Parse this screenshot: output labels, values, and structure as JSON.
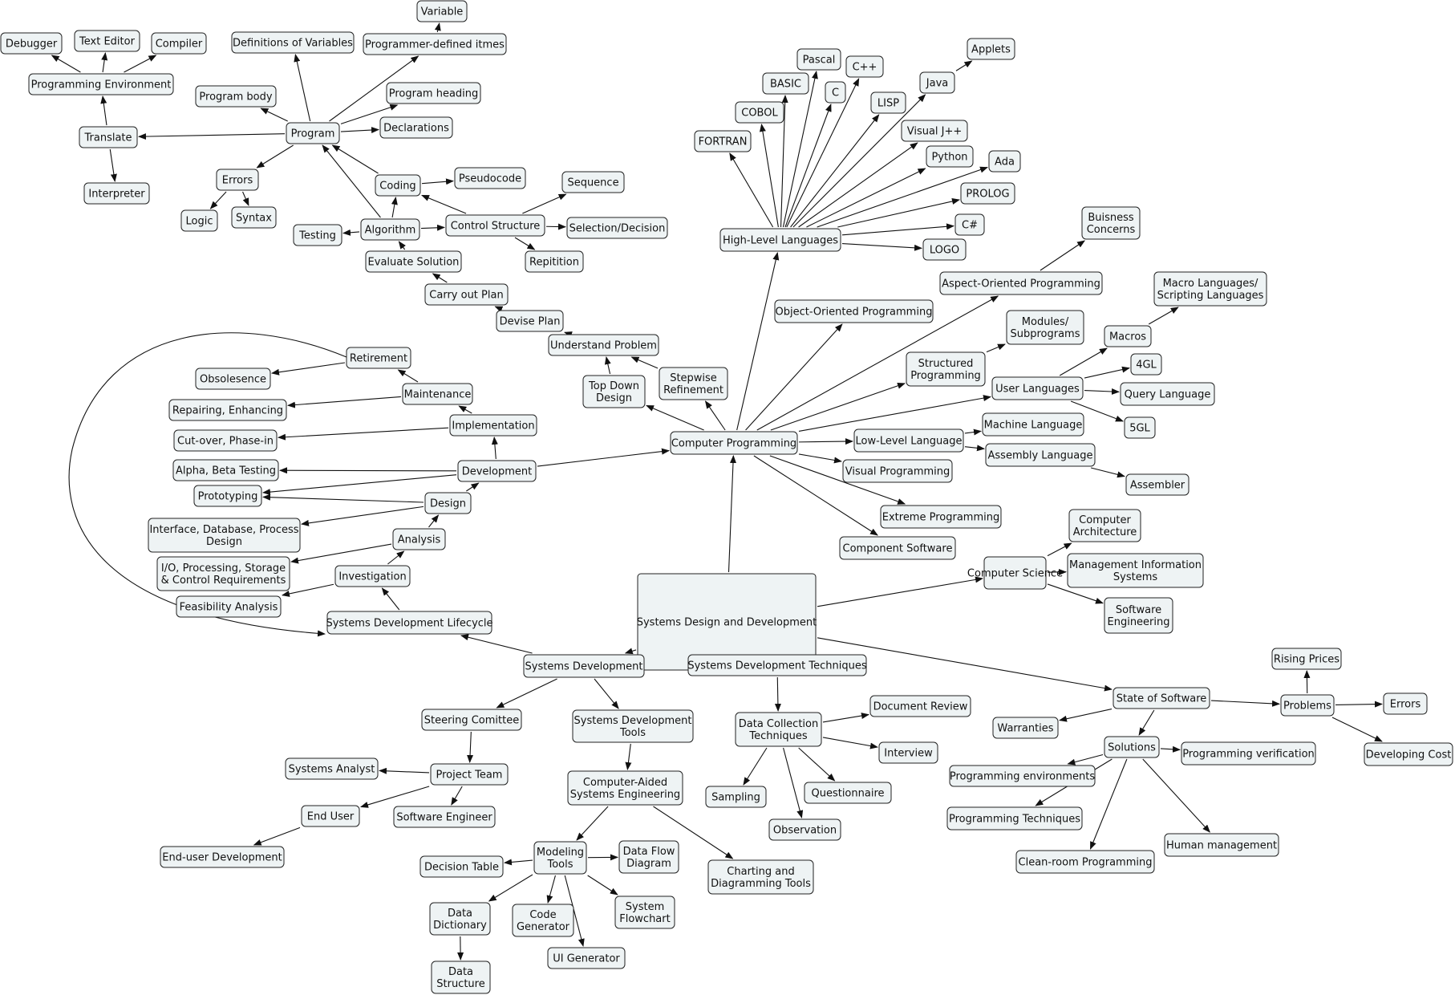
{
  "diagram": {
    "colors": {
      "node_fill": "#eef3f4",
      "node_border": "#222222",
      "edge": "#111111",
      "background": "#ffffff"
    },
    "nodes": {
      "sdd": "Systems Design and Development",
      "cp": "Computer Programming",
      "cs": "Computer Science",
      "sd": "Systems Development",
      "sos": "State of Software",
      "hll": "High-Level Languages",
      "fortran": "FORTRAN",
      "cobol": "COBOL",
      "basic": "BASIC",
      "pascal": "Pascal",
      "c": "C",
      "cpp": "C++",
      "lisp": "LISP",
      "java": "Java",
      "applets": "Applets",
      "visualj": "Visual J++",
      "python": "Python",
      "ada": "Ada",
      "prolog": "PROLOG",
      "csharp": "C#",
      "logo": "LOGO",
      "aop": "Aspect-Oriented Programming",
      "business": "Buisness\nConcerns",
      "oop": "Object-Oriented Programming",
      "structured": "Structured\nProgramming",
      "modules": "Modules/\nSubprograms",
      "userlang": "User Languages",
      "macros": "Macros",
      "macrolang": "Macro Languages/\nScripting Languages",
      "4gl": "4GL",
      "query": "Query Language",
      "5gl": "5GL",
      "lowlevel": "Low-Level Language",
      "machine": "Machine Language",
      "assembly": "Assembly Language",
      "assembler": "Assembler",
      "visualprog": "Visual Programming",
      "extreme": "Extreme Programming",
      "component": "Component Software",
      "comparch": "Computer\nArchitecture",
      "mis": "Management Information\nSystems",
      "softeng": "Software\nEngineering",
      "topdown": "Top Down\nDesign",
      "stepwise": "Stepwise\nRefinement",
      "understand": "Understand Problem",
      "devise": "Devise Plan",
      "carryout": "Carry out Plan",
      "evaluate": "Evaluate Solution",
      "algorithm": "Algorithm",
      "testing": "Testing",
      "coding": "Coding",
      "pseudocode": "Pseudocode",
      "control": "Control Structure",
      "sequence": "Sequence",
      "selection": "Selection/Decision",
      "repitition": "Repitition",
      "program": "Program",
      "progbody": "Program body",
      "progheading": "Program heading",
      "declarations": "Declarations",
      "defvars": "Definitions of Variables",
      "progdefined": "Programmer-defined itmes",
      "variable": "Variable",
      "errors1": "Errors",
      "logic": "Logic",
      "syntax": "Syntax",
      "translate": "Translate",
      "interpreter": "Interpreter",
      "progenv": "Programming Environment",
      "debugger": "Debugger",
      "texteditor": "Text Editor",
      "compiler": "Compiler",
      "sdlc": "Systems Development Lifecycle",
      "investigation": "Investigation",
      "feasibility": "Feasibility Analysis",
      "iopsc": "I/O, Processing, Storage\n& Control Requirements",
      "analysis": "Analysis",
      "interface": "Interface, Database, Process\nDesign",
      "design": "Design",
      "prototyping": "Prototyping",
      "development": "Development",
      "alphabeta": "Alpha, Beta Testing",
      "implementation": "Implementation",
      "cutover": "Cut-over, Phase-in",
      "maintenance": "Maintenance",
      "repairing": "Repairing, Enhancing",
      "retirement": "Retirement",
      "obsolesence": "Obsolesence",
      "sdtech": "Systems Development Techniques",
      "steering": "Steering Comittee",
      "sdtools": "Systems Development\nTools",
      "projteam": "Project Team",
      "sysanalyst": "Systems Analyst",
      "enduser": "End User",
      "softengineer": "Software Engineer",
      "enduserdev": "End-user Development",
      "case": "Computer-Aided\nSystems Engineering",
      "modeling": "Modeling\nTools",
      "decisiontable": "Decision Table",
      "dataflow": "Data Flow\nDiagram",
      "charting": "Charting and\nDiagramming Tools",
      "datadict": "Data\nDictionary",
      "codegen": "Code\nGenerator",
      "sysflow": "System\nFlowchart",
      "uigen": "UI Generator",
      "datastruct": "Data\nStructure",
      "datacollect": "Data Collection\nTechniques",
      "docreview": "Document Review",
      "interview": "Interview",
      "questionnaire": "Questionnaire",
      "observation": "Observation",
      "sampling": "Sampling",
      "warranties": "Warranties",
      "problems": "Problems",
      "risingprices": "Rising Prices",
      "errors2": "Errors",
      "devcost": "Developing Cost",
      "solutions": "Solutions",
      "progverify": "Programming verification",
      "progenvs": "Programming environments",
      "progtech": "Programming Techniques",
      "cleanroom": "Clean-room Programming",
      "humanmgmt": "Human management"
    }
  }
}
